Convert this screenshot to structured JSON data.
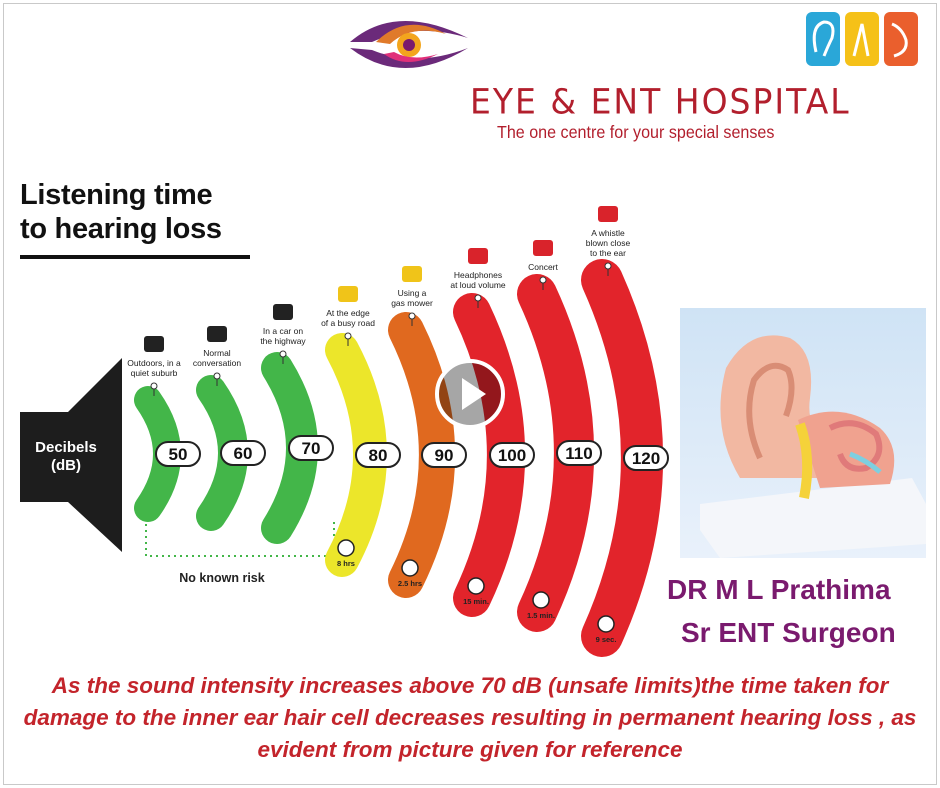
{
  "header": {
    "hospital_name": "EYE & ENT HOSPITAL",
    "tagline": "The one centre for your special senses"
  },
  "chart": {
    "title_line1": "Listening time",
    "title_line2": "to hearing loss",
    "speaker_label_line1": "Decibels",
    "speaker_label_line2": "(dB)",
    "safe_zone_label": "No known risk",
    "levels": [
      {
        "db": "50",
        "label": [
          "Outdoors, in a",
          "quiet suburb"
        ],
        "time": "",
        "color": "#43b649"
      },
      {
        "db": "60",
        "label": [
          "Normal",
          "conversation"
        ],
        "time": "",
        "color": "#43b649"
      },
      {
        "db": "70",
        "label": [
          "In a car on",
          "the highway"
        ],
        "time": "",
        "color": "#43b649"
      },
      {
        "db": "80",
        "label": [
          "At the edge",
          "of a busy road"
        ],
        "time": "8 hrs",
        "color": "#ece62a"
      },
      {
        "db": "90",
        "label": [
          "Using a",
          "gas mower"
        ],
        "time": "2.5 hrs",
        "color": "#e0691f"
      },
      {
        "db": "100",
        "label": [
          "Headphones",
          "at loud volume"
        ],
        "time": "15 min.",
        "color": "#e2242b"
      },
      {
        "db": "110",
        "label": [
          "Concert"
        ],
        "time": "1.5 min.",
        "color": "#e2242b"
      },
      {
        "db": "120",
        "label": [
          "A whistle",
          "blown close",
          "to the ear"
        ],
        "time": "9 sec.",
        "color": "#e2242b"
      }
    ]
  },
  "doctor": {
    "name": "DR M L Prathima",
    "title": "Sr ENT Surgeon"
  },
  "caption": "As the sound intensity increases above 70 dB (unsafe limits)the time taken for damage to the inner ear hair cell decreases resulting in permanent hearing loss , as evident from picture given for reference",
  "icons": {
    "play": "play-icon",
    "logo": "hospital-logo",
    "ent_logo": "eye-ear-nose-logo"
  }
}
